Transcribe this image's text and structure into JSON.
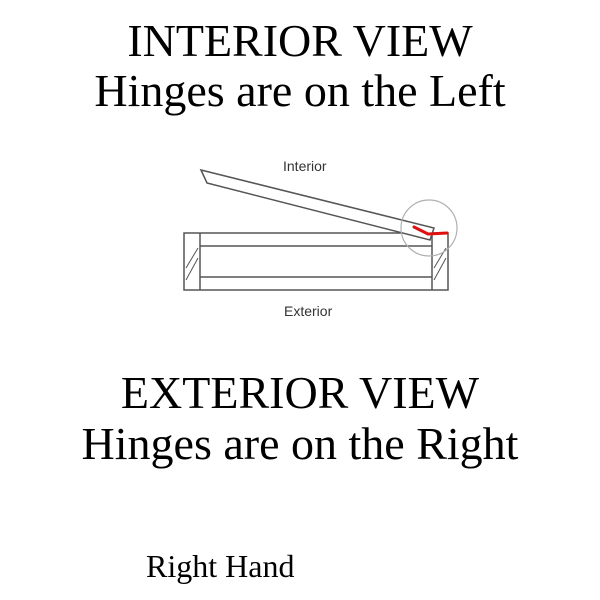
{
  "interior_view": {
    "title": "INTERIOR VIEW",
    "subtitle": "Hinges are on the Left"
  },
  "diagram": {
    "interior_label": "Interior",
    "exterior_label": "Exterior",
    "colors": {
      "outline": "#555555",
      "hinge": "#e01010",
      "highlight_circle": "#b0b0b0"
    }
  },
  "exterior_view": {
    "title": "EXTERIOR VIEW",
    "subtitle": "Hinges are on the Right"
  },
  "hand": {
    "label": "Right Hand"
  }
}
